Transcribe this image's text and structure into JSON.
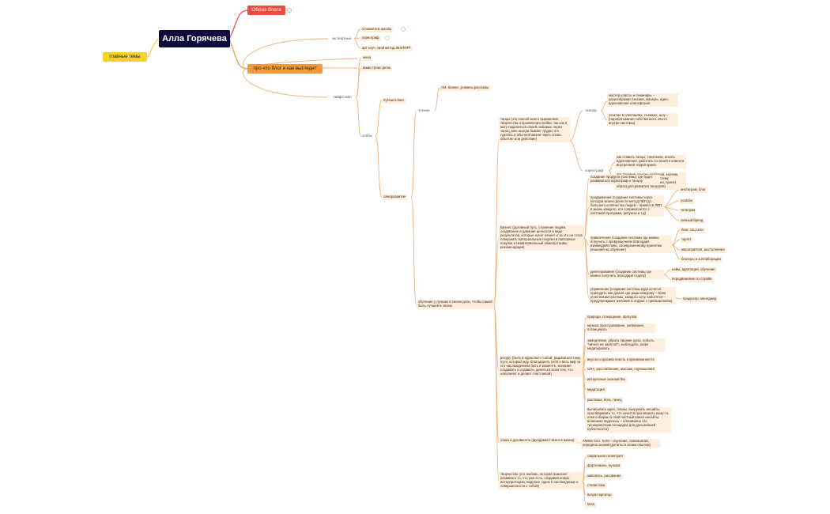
{
  "map": {
    "root": "Алла Горячева",
    "branch_image": "Образ блога",
    "branch_about": "про что блог и как выглядит",
    "branch_themes": "главные темы",
    "expert": "экспертные",
    "expert_items": [
      "основатель школы",
      "хореограф",
      "арт коуч, свой метод ЗКАППРТ"
    ],
    "wife": "жена",
    "mom": "мама троих деток",
    "lifestyle": "лайфстайл",
    "hobby": "хобби",
    "travel": "путешествия",
    "selfdev": "саморазвитие",
    "reading": "чтение",
    "reading_detail": "АМ, бизнес, романы,рассказы",
    "dance": "танцы (это способ моего выражения творчества и проявления любви. так как я могу поделиться своей любовью через танец, мне иногда бывает трудно это сделать в обычной жизни через слово, объятие или действие)",
    "dancer": "танцор",
    "dancer_items": [
      "мастер классы и семинары – разнообразие лексики, манеры, идеи, вдохновение атмосферой",
      "участие в спектаклях, съемках, шоу – (нарабатывание собственного опыта внутри системы)"
    ],
    "choreo": "хореограф",
    "choreo_items": [
      "как ставить танцы, спектакли, искать вдохновение, работать со своей и клиента внутренней территорией",
      "арт терапия, мастер разборов, коучинг, МАК – (новых создавать систему (условия), мероприятия, идеи, проект, образ) для развития танцоров)"
    ],
    "business": "Бизнес (духовный путь, служение людям, создавание и давание ценности в виде результатов, которые хочет клиент и за это он готов совершать материальные покупки и повторные покупки и нематериальный обмен(отзывы, рекомендации)",
    "biz_create": "создание продукта (системы) где будет развиваться хореограф и танцор",
    "biz_promo": "продвижение (создание системы через которую можно донести метод ЛВП до большего количества людей – принести ЛВП в жизнь каждого, кто соприкоснется с системой программ, ритуалы и т.д)",
    "promo_items": [
      "инстаграм, блог",
      "youtube",
      "телеграм",
      "личный бренд"
    ],
    "biz_attract": "привлечение (создание системы где можно получить с превращением благодаря взаимодействию, своевременному принятию решения на обучение)",
    "attract_items": [
      "блог, соц сети",
      "таргет",
      "мероприятия, выступления",
      "блогеры и коллаборации"
    ],
    "biz_deleg": "делегирование (создание системы где можно получить благодаря отделу)",
    "deleg_items": [
      "найм, адаптация, обучение",
      "передвижение по службе"
    ],
    "biz_manage": "управление (создание системы куда хочется приходить как домой, где рады каждому – всем участникам системы, каждого хочу, заботятся – предупреждают желание и отдают с превышением)",
    "manage_item": "продюсер, менеджер",
    "learning": "обучение у лучших в своем деле, чтобы самой быть лучшей в своем",
    "resource": "ресурс (быть в единстве с собой, радоваться тому пути, который иду, благодарить себя и весь мир за его наслаждением быть в моменте, желание создавать и отдавать, делиться всем тем, что наполняет и делает счастливой)",
    "resource_items": [
      "природа, созерцание, прогулка",
      "музыка прослушивание, напевание, потанцевать",
      "замедление, убрать лишние дела, побыть \"ничего не занятой\"= наблюдать, кофе медитировать",
      "вкусно и красиво поесть в красивом месте",
      "СПА, расслабление, массаж, саунашопинг",
      "интересные знакомства",
      "медитация",
      "растяжка, йога, танец",
      "выписывать идеи, планы, выгружать инсайты, проговаривать то, что хочется проговорить кому-то, пока собираю в свой частный канал инсайты, возможно поделюсь – а возможно это тренировочная площадка для дальнейшей публичности)"
    ],
    "ethics": "этика и духовность (фундамент всего в жизни)",
    "ethics_item": "АМКМ, DCI, КАМ – изучение, самоанализ, передача знаний (делиться своим опытом)",
    "creative": "творчество (это любовь, которая помогает развивать то, что уже есть, создавая новую интерпретацию, видение, идею в наслаждении и совершенности с собой)",
    "creative_items": [
      "сакральная геометрия",
      "фортепиано, музыка",
      "живопись, рисование",
      "стилистика",
      "визуал-креатор",
      "МАК"
    ]
  }
}
